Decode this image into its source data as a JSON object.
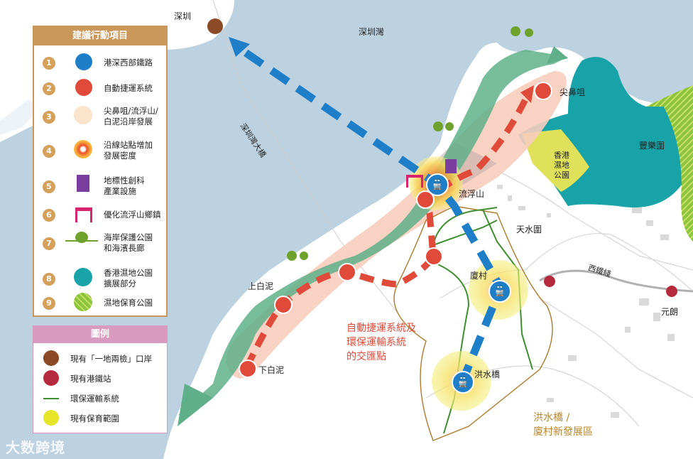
{
  "map": {
    "labels": {
      "shenzhen": "深圳",
      "shenzhen_bay": "深圳灣",
      "shenzhen_bay_bridge": "深圳灣大橋",
      "tsim_bei_tsui": "尖鼻咀",
      "lau_fau_shan": "流浮山",
      "fung_lok_wai": "豐樂圍",
      "hk_wetland_park": "香港\n濕地\n公園",
      "tin_shui_wai": "天水圍",
      "ha_tsuen": "廈村",
      "west_rail_line": "西鐵綫",
      "yuen_long": "元朗",
      "upper_pak_nai": "上白泥",
      "lower_pak_nai": "下白泥",
      "hung_shui_kiu": "洪水橋",
      "interchange_note": "自動捷運系統及\n環保運輸系統\n的交匯點",
      "nda_note": "洪水橋 /\n廈村新發展區"
    },
    "colors": {
      "sea": "#bdd2e1",
      "land": "#ffffff",
      "rail_blue": "#1f7ec8",
      "apm_red": "#e04a3a",
      "coastal_dev": "#f7cdbc",
      "coastal_park": "#5fb08a",
      "wetland_ext": "#17a3a8",
      "wetland_park": "#dfe15a",
      "conservation": "#8cc43c",
      "green_transport": "#3e8f2d",
      "nda_boundary": "#b07a2a",
      "mtr": "#b52a3c",
      "checkpoint": "#8a4a25"
    }
  },
  "actions_panel": {
    "title": "建議行動項目",
    "items": [
      {
        "num": "1",
        "label": "港深西部鐵路",
        "icon": "rail-link-icon"
      },
      {
        "num": "2",
        "label": "自動捷運系統",
        "icon": "apm-tram-icon"
      },
      {
        "num": "3",
        "label": "尖鼻咀/流浮山/\n白泥沿岸發展",
        "icon": "coastal-development-icon"
      },
      {
        "num": "4",
        "label": "沿線站點增加\n發展密度",
        "icon": "density-increase-icon"
      },
      {
        "num": "5",
        "label": "地標性創科\n產業設施",
        "icon": "landmark-building-icon"
      },
      {
        "num": "6",
        "label": "優化流浮山鄉鎮",
        "icon": "township-gate-icon"
      },
      {
        "num": "7",
        "label": "海岸保護公園\n和海濱長廊",
        "icon": "coastal-park-tree-icon"
      },
      {
        "num": "8",
        "label": "香港濕地公園\n擴展部分",
        "icon": "wetland-extension-icon"
      },
      {
        "num": "9",
        "label": "濕地保育公園",
        "icon": "wetland-conservation-icon"
      }
    ]
  },
  "legend_panel": {
    "title": "圖例",
    "items": [
      {
        "label": "現有「一地兩檢」口岸",
        "icon": "checkpoint-icon"
      },
      {
        "label": "現有港鐵站",
        "icon": "mtr-station-icon"
      },
      {
        "label": "環保運輸系統",
        "icon": "green-transport-arrow-icon"
      },
      {
        "label": "現有保育範圍",
        "icon": "existing-conservation-icon"
      }
    ]
  },
  "watermark": "大数跨境"
}
